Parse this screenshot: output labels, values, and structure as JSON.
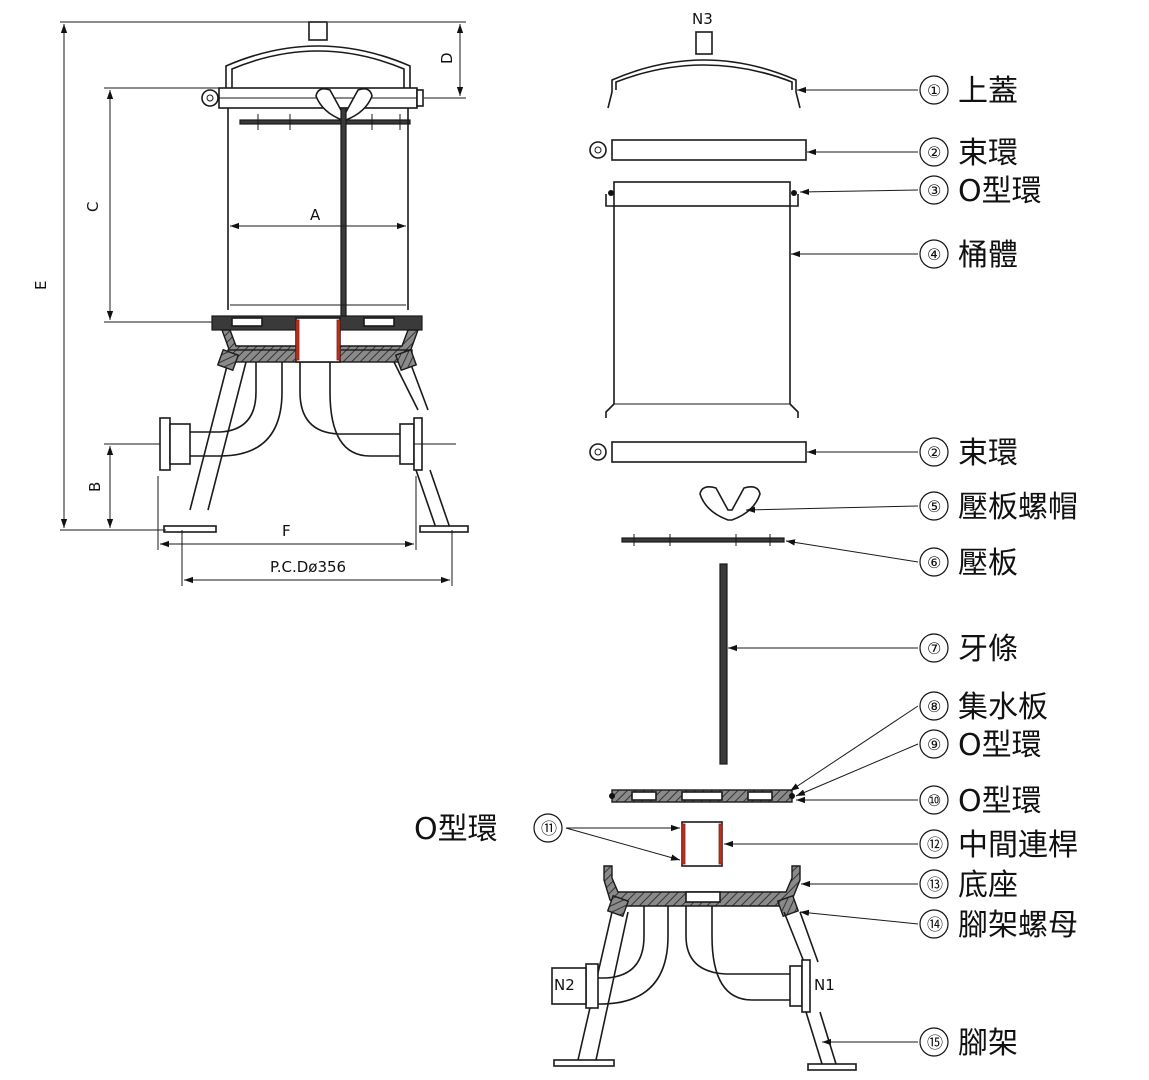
{
  "dimensions": {
    "A": "A",
    "B": "B",
    "C": "C",
    "D": "D",
    "E": "E",
    "F": "F",
    "pcd": "P.C.Dø356"
  },
  "nozzles": {
    "n1": "N1",
    "n2": "N2",
    "n3": "N3"
  },
  "parts": [
    {
      "num": "①",
      "label": "上蓋"
    },
    {
      "num": "②",
      "label": "束環"
    },
    {
      "num": "③",
      "label": "O型環"
    },
    {
      "num": "④",
      "label": "桶體"
    },
    {
      "num": "②",
      "label": "束環"
    },
    {
      "num": "⑤",
      "label": "壓板螺帽"
    },
    {
      "num": "⑥",
      "label": "壓板"
    },
    {
      "num": "⑦",
      "label": "牙條"
    },
    {
      "num": "⑧",
      "label": "集水板"
    },
    {
      "num": "⑨",
      "label": "O型環"
    },
    {
      "num": "⑩",
      "label": "O型環"
    },
    {
      "num": "⑫",
      "label": "中間連桿"
    },
    {
      "num": "⑬",
      "label": "底座"
    },
    {
      "num": "⑭",
      "label": "腳架螺母"
    },
    {
      "num": "⑮",
      "label": "腳架"
    }
  ],
  "left_label": {
    "num": "⑪",
    "label": "O型環"
  }
}
